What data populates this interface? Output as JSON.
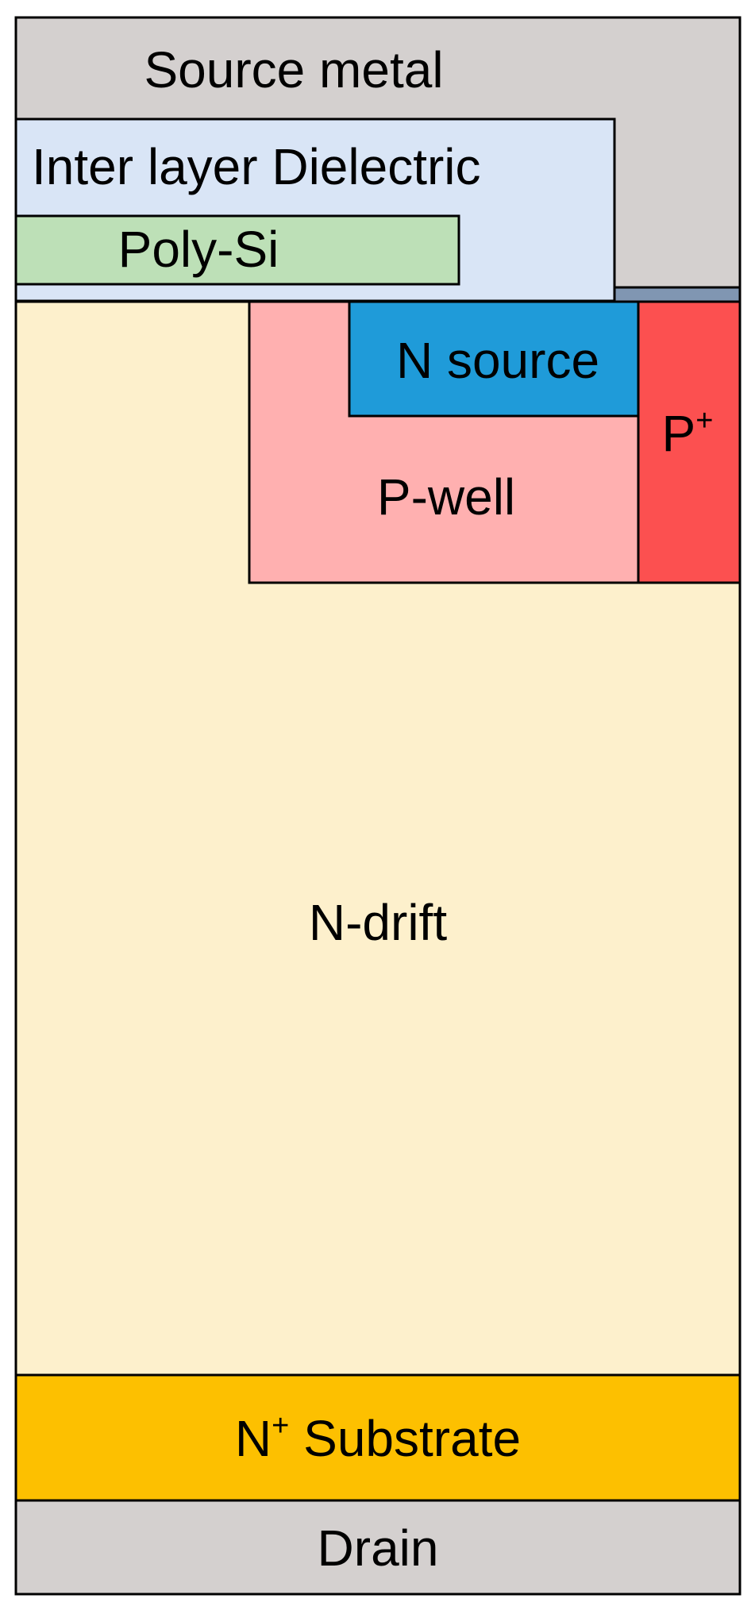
{
  "regions": {
    "source_metal": {
      "label": "Source metal",
      "color": "#d4d0cf"
    },
    "ild": {
      "label": "Inter layer Dielectric",
      "color": "#d9e5f6"
    },
    "poly_si": {
      "label": "Poly-Si",
      "color": "#bde0b7"
    },
    "contact_strip": {
      "color": "#8096b2"
    },
    "n_source": {
      "label": "N source",
      "color": "#1f9bd9"
    },
    "p_plus": {
      "label": "P",
      "superscript": "+",
      "color": "#fc5050"
    },
    "p_well": {
      "label": "P-well",
      "color": "#ffb0b0"
    },
    "n_drift": {
      "label": "N-drift",
      "color": "#fdf0cc"
    },
    "n_plus_substrate": {
      "label": "N",
      "superscript": "+",
      "label_rest": " Substrate",
      "color": "#fdc000"
    },
    "drain": {
      "label": "Drain",
      "color": "#d4d0cf"
    }
  }
}
